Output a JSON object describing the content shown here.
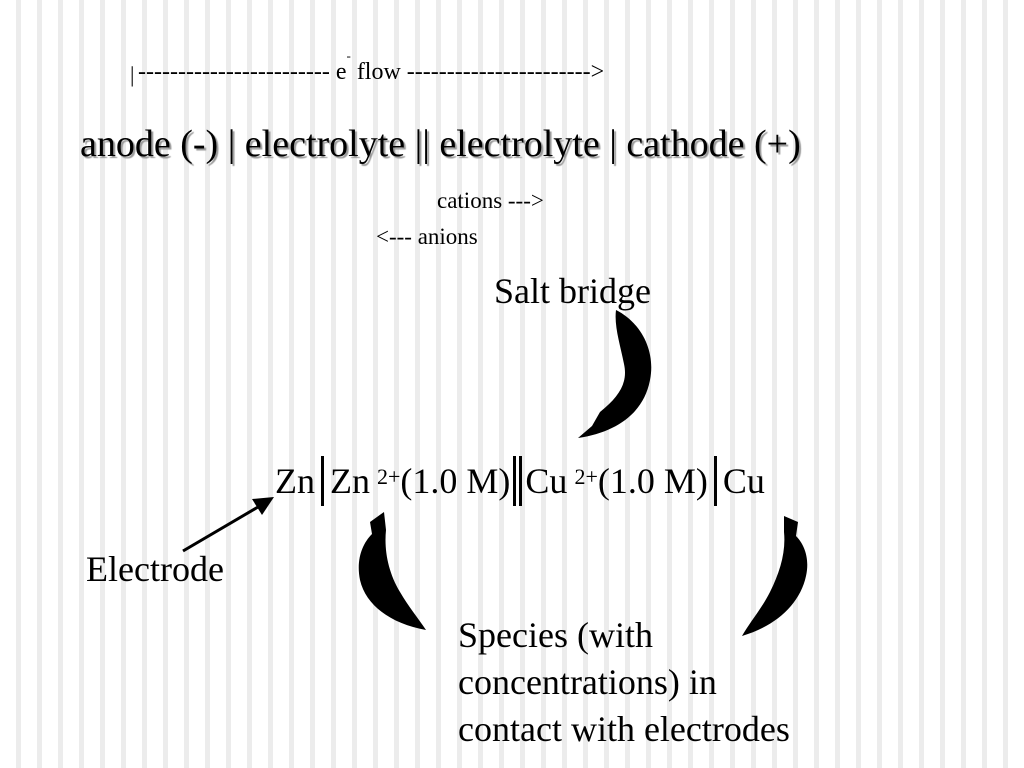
{
  "header": {
    "eflow_left": "|",
    "eflow_dashes_left": "------------------------ e",
    "eflow_sup": "-",
    "eflow_rest": " flow ----------------------->"
  },
  "notation": "anode (-) | electrolyte || electrolyte | cathode (+)",
  "ion_flow": {
    "cations": "cations --->",
    "anions": "<--- anions"
  },
  "labels": {
    "salt_bridge": "Salt bridge",
    "electrode": "Electrode",
    "species": [
      "Species (with",
      "concentrations) in",
      "contact with electrodes"
    ]
  },
  "cell": {
    "anode_metal": "Zn",
    "anode_ion": "Zn",
    "anode_ion_charge": "2+",
    "anode_conc": "(1.0 M)",
    "cathode_ion": "Cu",
    "cathode_ion_charge": "2+",
    "cathode_conc": "(1.0 M)",
    "cathode_metal": "Cu"
  }
}
